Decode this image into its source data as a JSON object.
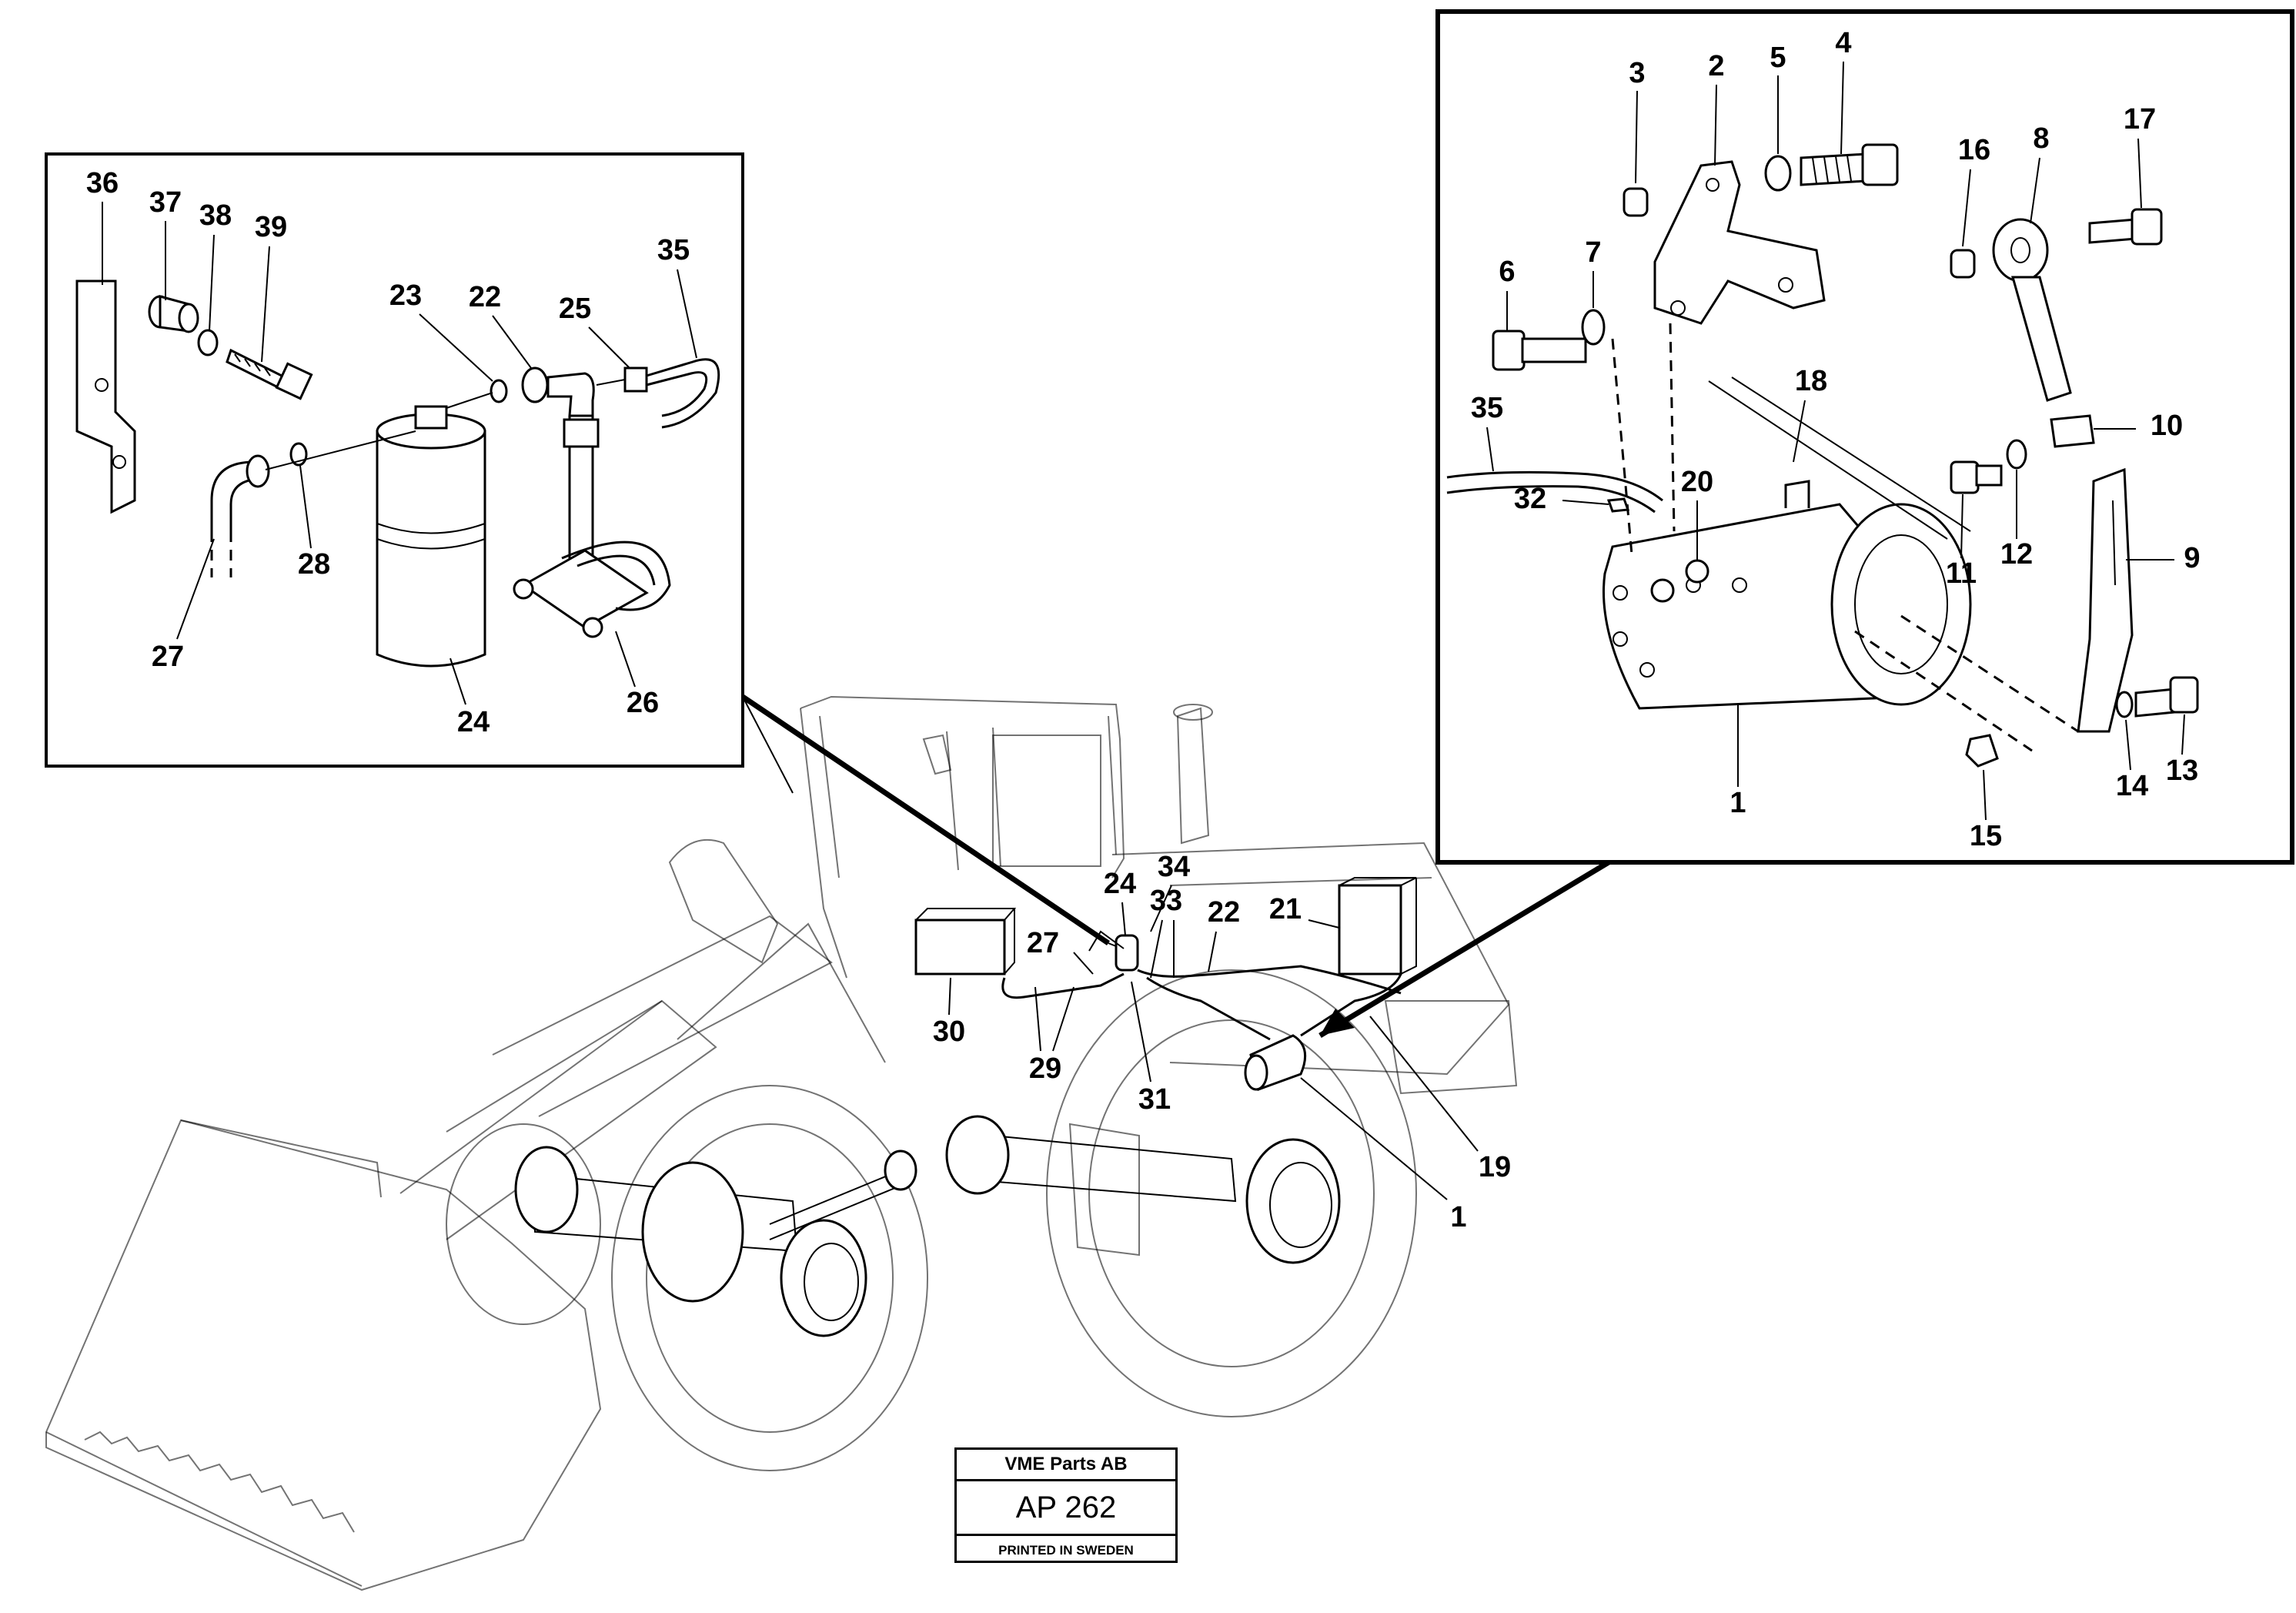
{
  "stamp": {
    "company": "VME Parts AB",
    "code": "AP 262",
    "printed": "PRINTED IN SWEDEN"
  },
  "left_detail_labels": {
    "l36": "36",
    "l37": "37",
    "l38": "38",
    "l39": "39",
    "l23": "23",
    "l22": "22",
    "l25": "25",
    "l35": "35",
    "l27": "27",
    "l28": "28",
    "l24": "24",
    "l26": "26"
  },
  "right_detail_labels": {
    "l3": "3",
    "l2": "2",
    "l5": "5",
    "l4": "4",
    "l16": "16",
    "l8": "8",
    "l17": "17",
    "l6": "6",
    "l7": "7",
    "l18": "18",
    "l35": "35",
    "l32": "32",
    "l20": "20",
    "l10": "10",
    "l11": "11",
    "l12": "12",
    "l9": "9",
    "l1": "1",
    "l14": "14",
    "l13": "13",
    "l15": "15"
  },
  "machine_labels": {
    "l24": "24",
    "l34": "34",
    "l33": "33",
    "l22": "22",
    "l21": "21",
    "l27": "27",
    "l30": "30",
    "l29": "29",
    "l31": "31",
    "l19": "19",
    "l1": "1"
  }
}
